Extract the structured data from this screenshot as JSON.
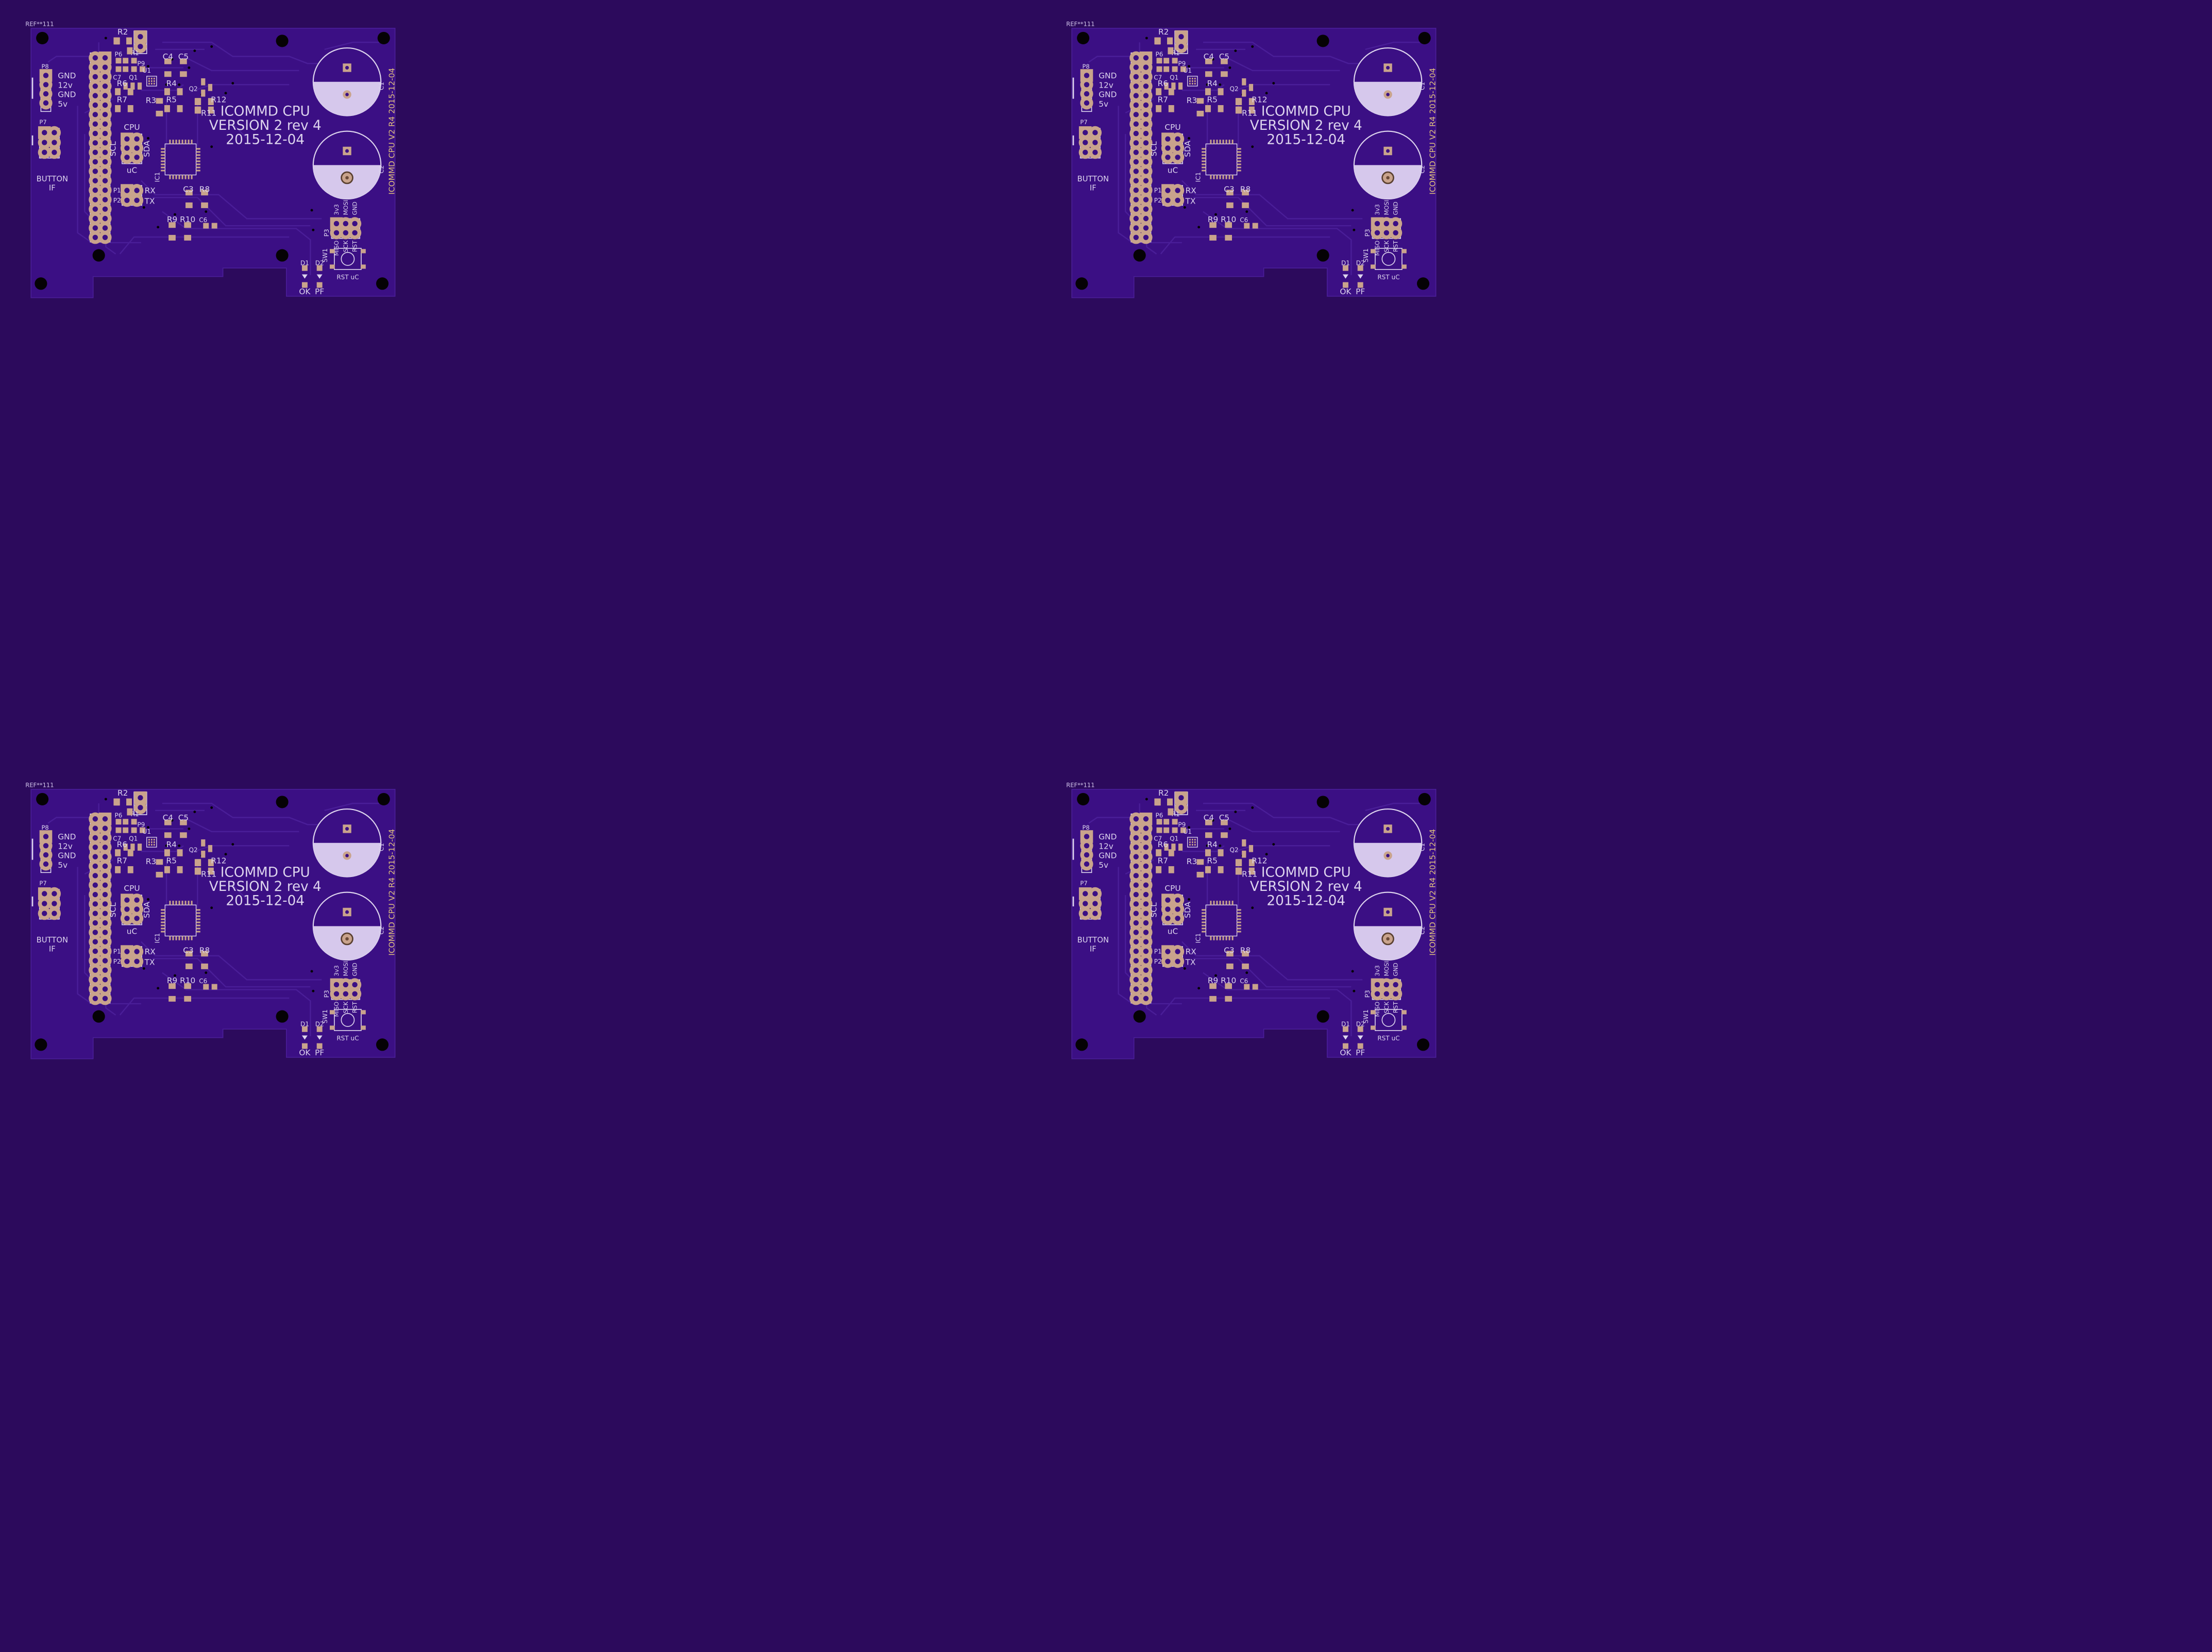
{
  "colors": {
    "background": "#2c0a5c",
    "board": "#3b0f84",
    "trace": "#4a1e98",
    "silk": "#ddd4ee",
    "pad": "#c9a38c",
    "ref_text": "#cfc2e8",
    "side_text": "#e0c27a",
    "hole": "#050205",
    "cap_fill": "#d6c8ec"
  },
  "panel_label": "REF**111",
  "boards": [
    {
      "title_lines": [
        "ICOMMD CPU",
        "VERSION 2 rev 4",
        "2015-12-04"
      ],
      "side_label": "ICOMMD CPU V2 R4 2015-12-04",
      "power_labels": [
        "GND",
        "12v",
        "GND",
        "5v"
      ],
      "button_label_lines": [
        "BUTTON",
        "IF"
      ],
      "cpu_labels": {
        "top": "CPU",
        "bottom": "uC",
        "left": "SCL",
        "right": "SDA"
      },
      "uart_labels": [
        "RX",
        "TX"
      ],
      "isp_top_labels": [
        "3v3",
        "MOSI",
        "GND"
      ],
      "isp_bottom_labels": [
        "MISO",
        "SCK",
        "RST"
      ],
      "led_labels": [
        "OK",
        "PF"
      ],
      "reset_label": "RST uC",
      "refdes": {
        "P8": "P8",
        "P7": "P7",
        "P6": "P6",
        "P9": "P9",
        "P1": "P1",
        "P2": "P2",
        "P3": "P3",
        "R1": "R1",
        "R2": "R2",
        "R3": "R3",
        "R4": "R4",
        "R5": "R5",
        "R6": "R6",
        "R7": "R7",
        "R8": "R8",
        "R9": "R9",
        "R10": "R10",
        "R11": "R11",
        "R12": "R12",
        "C1": "C1",
        "C2": "C2",
        "C3": "C3",
        "C4": "C4",
        "C5": "C5",
        "C6": "C6",
        "C7": "C7",
        "Q1": "Q1",
        "Q2": "Q2",
        "U1": "U1",
        "IC1": "IC1",
        "SW1": "SW1",
        "D1": "D1",
        "D2": "D2"
      }
    },
    {
      "title_lines": [
        "ICOMMD CPU",
        "VERSION 2 rev 4",
        "2015-12-04"
      ],
      "side_label": "ICOMMD CPU V2 R4 2015-12-04",
      "power_labels": [
        "GND",
        "12v",
        "GND",
        "5v"
      ],
      "button_label_lines": [
        "BUTTON",
        "IF"
      ],
      "cpu_labels": {
        "top": "CPU",
        "bottom": "uC",
        "left": "SCL",
        "right": "SDA"
      },
      "uart_labels": [
        "RX",
        "TX"
      ],
      "isp_top_labels": [
        "3v3",
        "MOSI",
        "GND"
      ],
      "isp_bottom_labels": [
        "MISO",
        "SCK",
        "RST"
      ],
      "led_labels": [
        "OK",
        "PF"
      ],
      "reset_label": "RST uC",
      "refdes": {
        "P8": "P8",
        "P7": "P7",
        "P6": "P6",
        "P9": "P9",
        "P1": "P1",
        "P2": "P2",
        "P3": "P3",
        "R1": "R1",
        "R2": "R2",
        "R3": "R3",
        "R4": "R4",
        "R5": "R5",
        "R6": "R6",
        "R7": "R7",
        "R8": "R8",
        "R9": "R9",
        "R10": "R10",
        "R11": "R11",
        "R12": "R12",
        "C1": "C1",
        "C2": "C2",
        "C3": "C3",
        "C4": "C4",
        "C5": "C5",
        "C6": "C6",
        "C7": "C7",
        "Q1": "Q1",
        "Q2": "Q2",
        "U1": "U1",
        "IC1": "IC1",
        "SW1": "SW1",
        "D1": "D1",
        "D2": "D2"
      }
    },
    {
      "title_lines": [
        "ICOMMD CPU",
        "VERSION 2 rev 4",
        "2015-12-04"
      ],
      "side_label": "ICOMMD CPU V2 R4 2015-12-04",
      "power_labels": [
        "GND",
        "12v",
        "GND",
        "5v"
      ],
      "button_label_lines": [
        "BUTTON",
        "IF"
      ],
      "cpu_labels": {
        "top": "CPU",
        "bottom": "uC",
        "left": "SCL",
        "right": "SDA"
      },
      "uart_labels": [
        "RX",
        "TX"
      ],
      "isp_top_labels": [
        "3v3",
        "MOSI",
        "GND"
      ],
      "isp_bottom_labels": [
        "MISO",
        "SCK",
        "RST"
      ],
      "led_labels": [
        "OK",
        "PF"
      ],
      "reset_label": "RST uC",
      "refdes": {
        "P8": "P8",
        "P7": "P7",
        "P6": "P6",
        "P9": "P9",
        "P1": "P1",
        "P2": "P2",
        "P3": "P3",
        "R1": "R1",
        "R2": "R2",
        "R3": "R3",
        "R4": "R4",
        "R5": "R5",
        "R6": "R6",
        "R7": "R7",
        "R8": "R8",
        "R9": "R9",
        "R10": "R10",
        "R11": "R11",
        "R12": "R12",
        "C1": "C1",
        "C2": "C2",
        "C3": "C3",
        "C4": "C4",
        "C5": "C5",
        "C6": "C6",
        "C7": "C7",
        "Q1": "Q1",
        "Q2": "Q2",
        "U1": "U1",
        "IC1": "IC1",
        "SW1": "SW1",
        "D1": "D1",
        "D2": "D2"
      }
    },
    {
      "title_lines": [
        "ICOMMD CPU",
        "VERSION 2 rev 4",
        "2015-12-04"
      ],
      "side_label": "ICOMMD CPU V2 R4 2015-12-04",
      "power_labels": [
        "GND",
        "12v",
        "GND",
        "5v"
      ],
      "button_label_lines": [
        "BUTTON",
        "IF"
      ],
      "cpu_labels": {
        "top": "CPU",
        "bottom": "uC",
        "left": "SCL",
        "right": "SDA"
      },
      "uart_labels": [
        "RX",
        "TX"
      ],
      "isp_top_labels": [
        "3v3",
        "MOSI",
        "GND"
      ],
      "isp_bottom_labels": [
        "MISO",
        "SCK",
        "RST"
      ],
      "led_labels": [
        "OK",
        "PF"
      ],
      "reset_label": "RST uC",
      "refdes": {
        "P8": "P8",
        "P7": "P7",
        "P6": "P6",
        "P9": "P9",
        "P1": "P1",
        "P2": "P2",
        "P3": "P3",
        "R1": "R1",
        "R2": "R2",
        "R3": "R3",
        "R4": "R4",
        "R5": "R5",
        "R6": "R6",
        "R7": "R7",
        "R8": "R8",
        "R9": "R9",
        "R10": "R10",
        "R11": "R11",
        "R12": "R12",
        "C1": "C1",
        "C2": "C2",
        "C3": "C3",
        "C4": "C4",
        "C5": "C5",
        "C6": "C6",
        "C7": "C7",
        "Q1": "Q1",
        "Q2": "Q2",
        "U1": "U1",
        "IC1": "IC1",
        "SW1": "SW1",
        "D1": "D1",
        "D2": "D2"
      }
    }
  ]
}
